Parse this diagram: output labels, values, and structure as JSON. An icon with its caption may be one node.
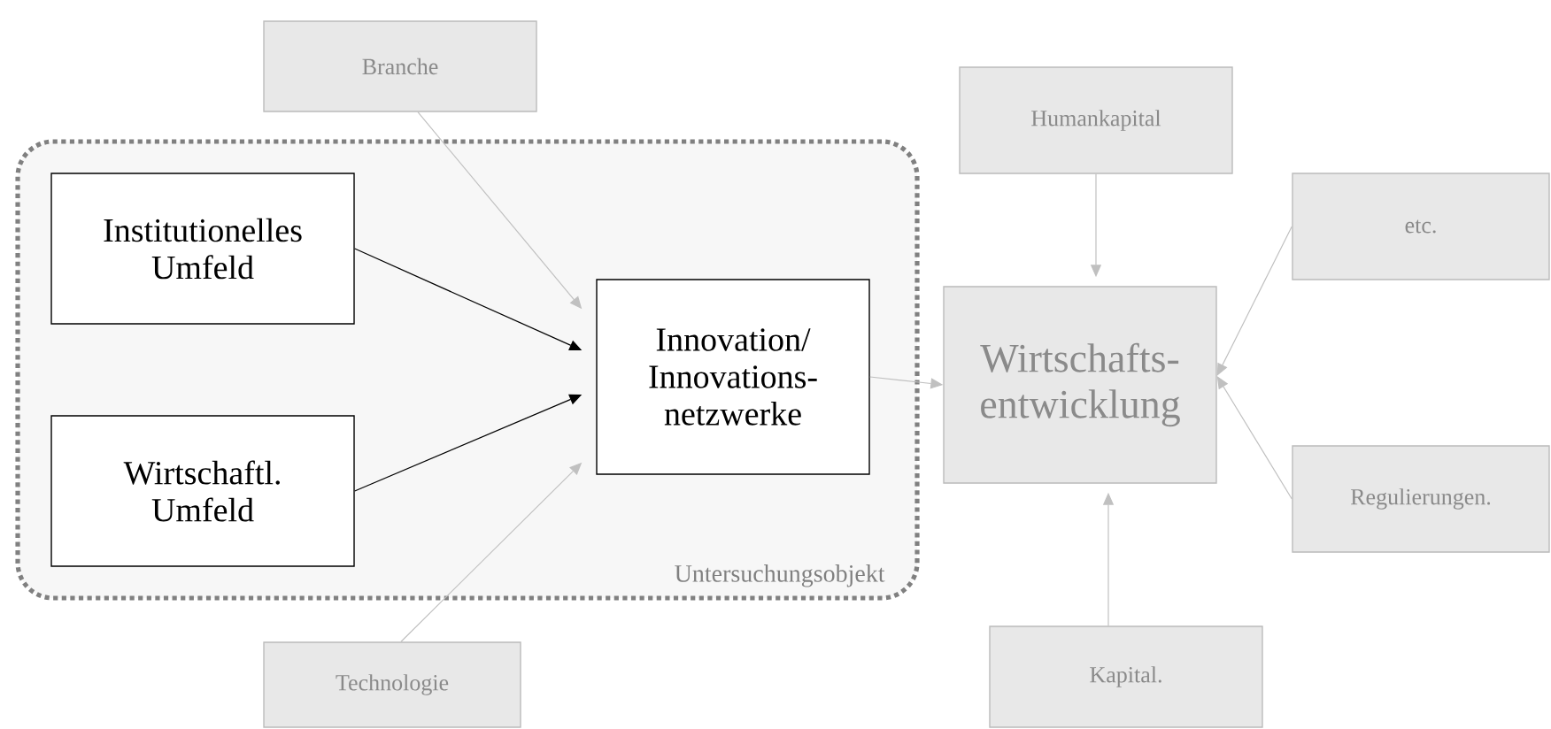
{
  "diagram": {
    "nodes": [
      {
        "text": [
          "Untersuchungsobjekt"
        ]
      },
      {
        "text": [
          "Institutionelles Umfeld"
        ],
        "in": 0
      },
      {
        "text": [
          "Wirtschaftl. Umfeld"
        ],
        "in": 0
      },
      {
        "text": [
          "Innovation/ Innovations- netzwerke"
        ],
        "in": 0
      },
      {
        "text": [
          "Branche"
        ]
      },
      {
        "text": [
          "Technologie"
        ]
      },
      {
        "text": [
          "Humankapital"
        ]
      },
      {
        "text": [
          "Wirtschafts- entwicklung"
        ]
      },
      {
        "text": [
          "etc."
        ]
      },
      {
        "text": [
          "Regulierungen."
        ]
      },
      {
        "text": [
          "Kapital."
        ]
      }
    ],
    "edges": [
      {
        "from": 1,
        "to": 3,
        "arrow": "to",
        "color": "#000000"
      },
      {
        "from": 2,
        "to": 3,
        "arrow": "to",
        "color": "#000000"
      },
      {
        "from": 4,
        "to": 3,
        "arrow": "to"
      },
      {
        "from": 5,
        "to": 3,
        "arrow": "to"
      },
      {
        "from": 3,
        "to": 7,
        "arrow": "to"
      },
      {
        "from": 6,
        "to": 7,
        "arrow": "to"
      },
      {
        "from": 8,
        "to": 7,
        "arrow": "to"
      },
      {
        "from": 9,
        "to": 7,
        "arrow": "to"
      },
      {
        "from": 10,
        "to": 7,
        "arrow": "to"
      }
    ]
  }
}
